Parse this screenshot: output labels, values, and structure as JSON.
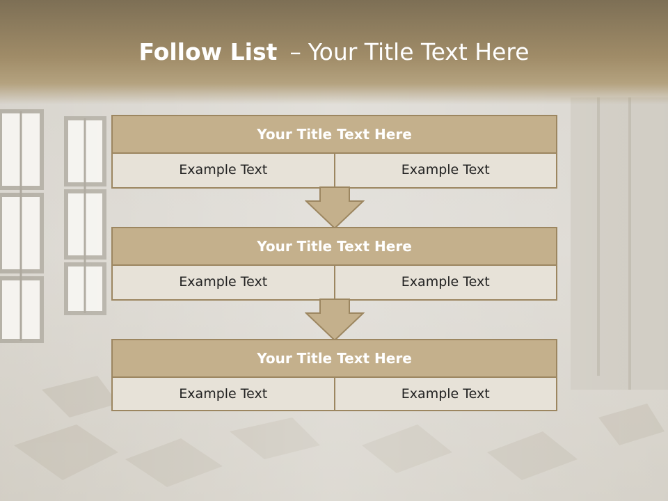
{
  "slide": {
    "title_bold": "Follow List",
    "title_sep": "–",
    "title_rest": "Your Title Text Here"
  },
  "steps": [
    {
      "title": "Your Title Text Here",
      "left": "Example Text",
      "right": "Example Text"
    },
    {
      "title": "Your Title Text Here",
      "left": "Example Text",
      "right": "Example Text"
    },
    {
      "title": "Your Title Text Here",
      "left": "Example Text",
      "right": "Example Text"
    }
  ],
  "colors": {
    "header_brown": "#9a8664",
    "box_title_fill": "#c4b08c",
    "box_border": "#9c8660",
    "cell_fill": "#e7e2d8"
  },
  "icons": [
    "down-arrow-icon",
    "down-arrow-icon"
  ]
}
